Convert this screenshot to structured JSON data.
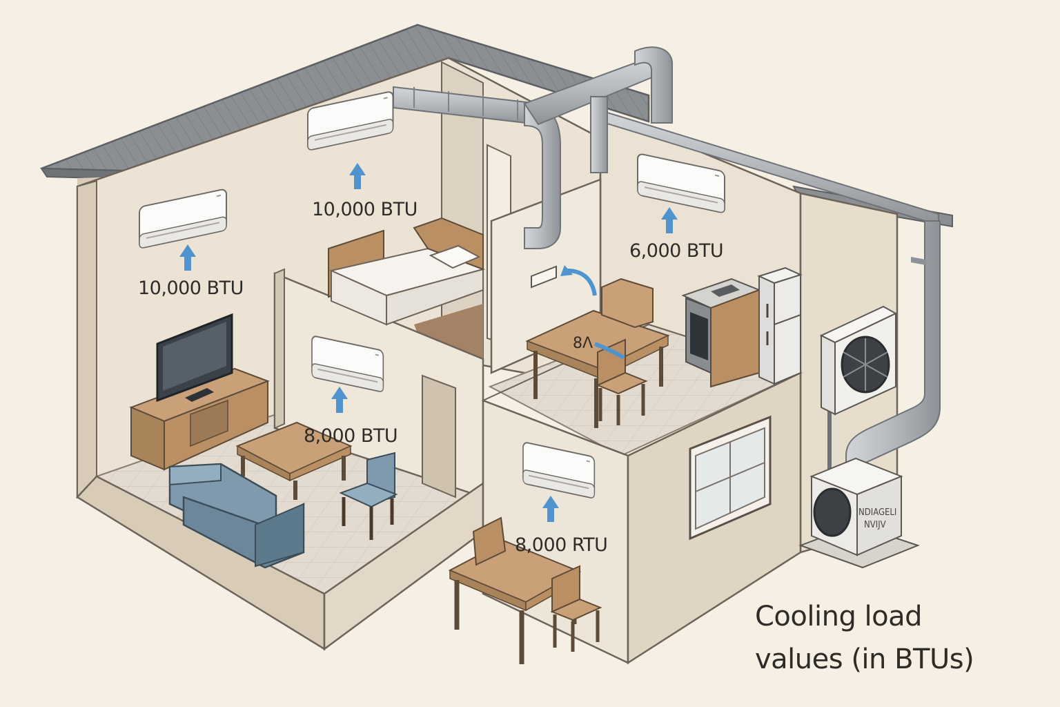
{
  "colors": {
    "background": "#f5efe4",
    "wall": "#ece3d4",
    "wall_shadow": "#d8ccb9",
    "roof": "#8c8f92",
    "duct": "#b9bcbf",
    "arrow": "#4f94cf",
    "wood": "#b98f63",
    "sofa": "#6b8799"
  },
  "labels": {
    "bedroom_top": "10,000 BTU",
    "left_room": "10,000 BTU",
    "kitchen": "6,000 BTU",
    "living_room": "8,000 BTU",
    "dining_area": "8,000 RTU",
    "dining_table_partial": "8Λ"
  },
  "outdoor_unit": {
    "label_line1": "NDIAGELI",
    "label_line2": "NVIJV"
  },
  "caption": {
    "line1": "Cooling load",
    "line2": "values (in BTUs)"
  },
  "icons": {
    "ac_unit": "wall-mounted-ac-icon",
    "airflow": "up-arrow-icon",
    "outdoor": "condenser-fan-icon"
  }
}
